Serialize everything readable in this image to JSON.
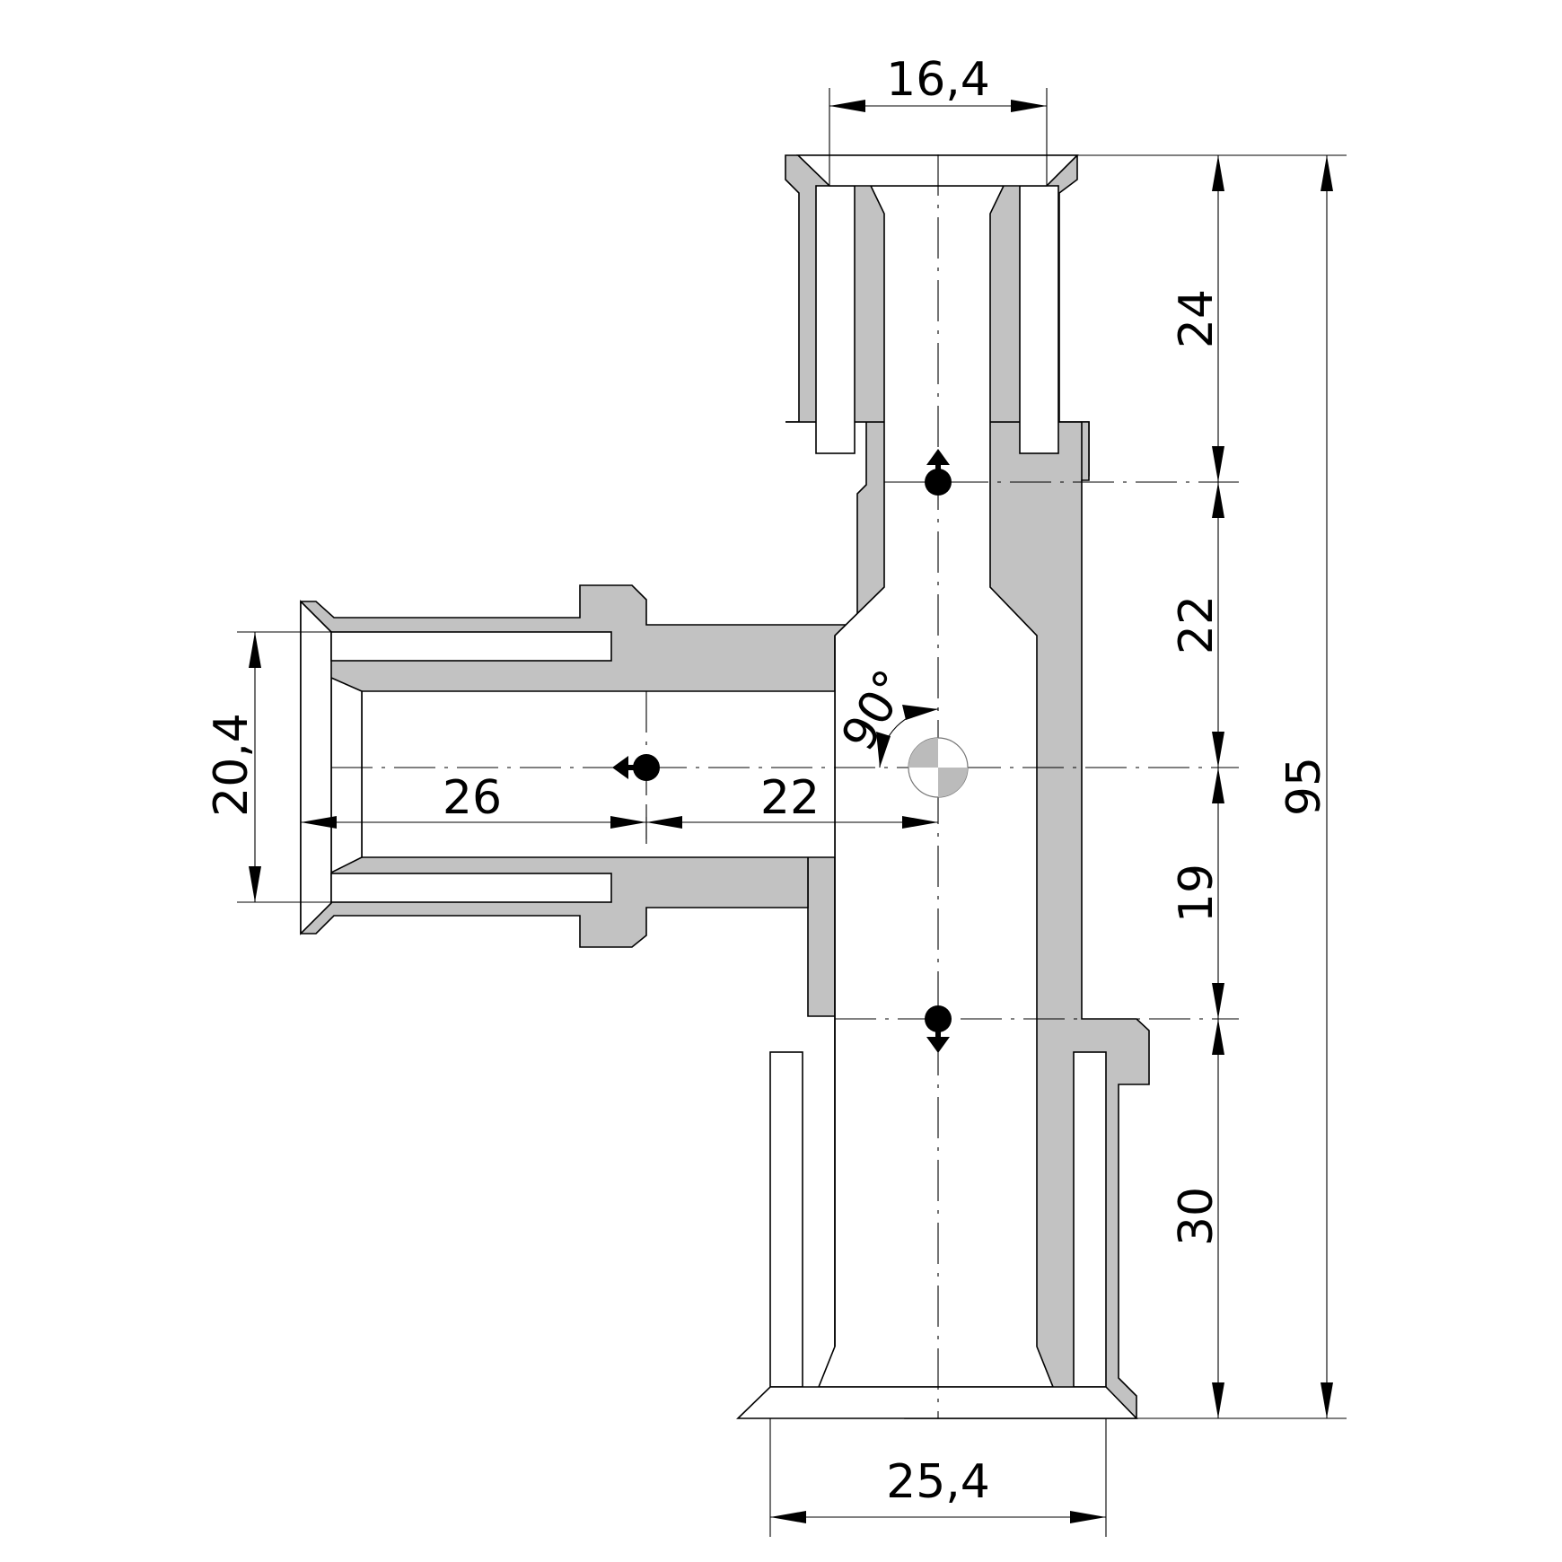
{
  "dimensions": {
    "top_outlet_diameter": "16,4",
    "bottom_outlet_diameter": "25,4",
    "side_outlet_diameter": "20,4",
    "side_length_outer": "26",
    "side_length_inner": "22",
    "vertical_top": "24",
    "vertical_upper_middle": "22",
    "vertical_lower_middle": "19",
    "vertical_bottom": "30",
    "overall_height": "95",
    "angle": "90°"
  },
  "colors": {
    "body": "#c2c2c2",
    "line": "#000000",
    "background": "#ffffff"
  }
}
